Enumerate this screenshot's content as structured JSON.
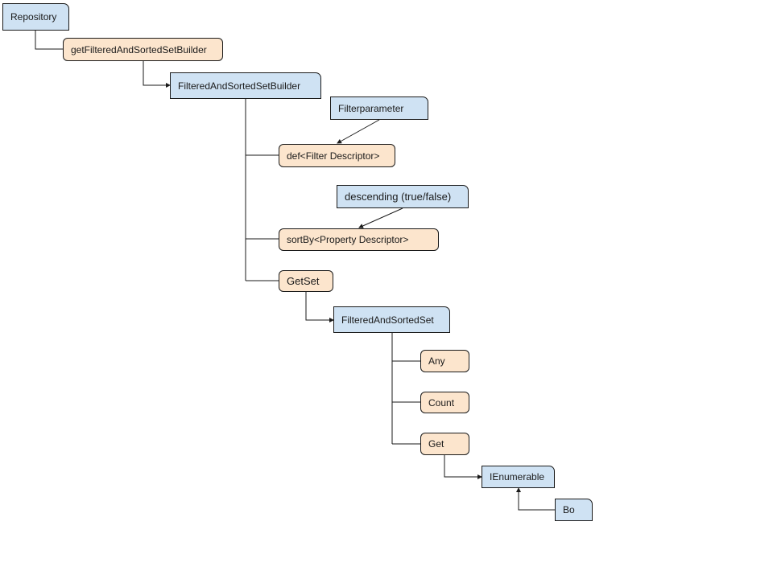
{
  "nodes": {
    "repository": "Repository",
    "get_builder": "getFilteredAndSortedSetBuilder",
    "builder": "FilteredAndSortedSetBuilder",
    "filterparameter": "Filterparameter",
    "def_filter": "def<Filter Descriptor>",
    "descending": "descending (true/false)",
    "sort_by": "sortBy<Property Descriptor>",
    "get_set": "GetSet",
    "sorted_set": "FilteredAndSortedSet",
    "any": "Any",
    "count": "Count",
    "get": "Get",
    "ienumerable": "IEnumerable",
    "bo": "Bo"
  },
  "colors": {
    "class_fill": "#cfe2f3",
    "method_fill": "#fce5cd",
    "stroke": "#1a1a1a"
  }
}
